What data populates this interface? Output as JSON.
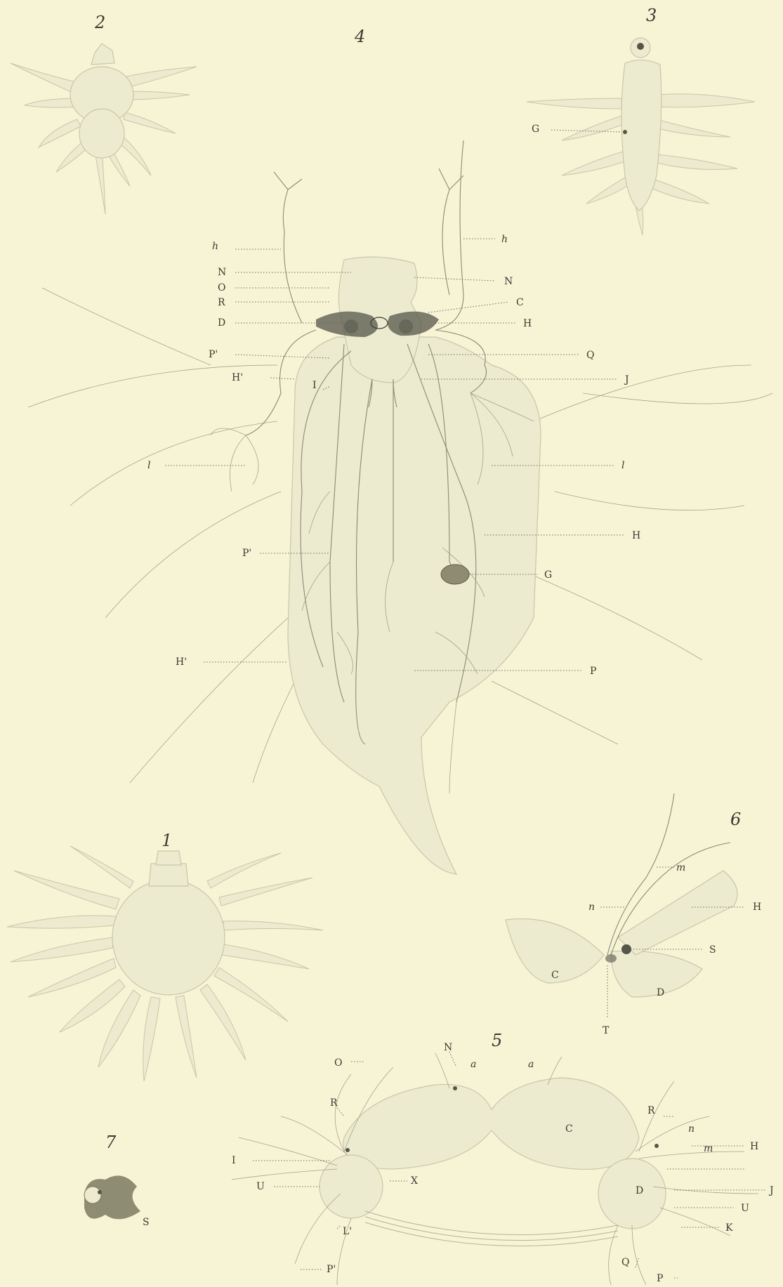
{
  "figures": {
    "fig1": {
      "number": "1"
    },
    "fig2": {
      "number": "2"
    },
    "fig3": {
      "number": "3",
      "labels": [
        "G"
      ]
    },
    "fig4": {
      "number": "4",
      "labels_left": [
        "h",
        "N",
        "O",
        "R",
        "D",
        "P'",
        "H'",
        "I",
        "l",
        "P'",
        "H'"
      ],
      "labels_right": [
        "h",
        "N",
        "C",
        "H",
        "Q",
        "J",
        "l",
        "H",
        "G",
        "P"
      ]
    },
    "fig5": {
      "number": "5",
      "labels": [
        "O",
        "N",
        "a",
        "a",
        "R",
        "I",
        "U",
        "X",
        "L'",
        "P'",
        "C",
        "R",
        "n",
        "m",
        "H",
        "J",
        "D",
        "U",
        "K",
        "Q",
        "P"
      ]
    },
    "fig6": {
      "number": "6",
      "labels": [
        "m",
        "n",
        "H",
        "S",
        "C",
        "D",
        "T"
      ]
    },
    "fig7": {
      "number": "7",
      "labels": [
        "S"
      ]
    }
  },
  "colors": {
    "paper": "#f7f4d6",
    "ink": "#3a3a30",
    "body": "#ecebd0"
  }
}
